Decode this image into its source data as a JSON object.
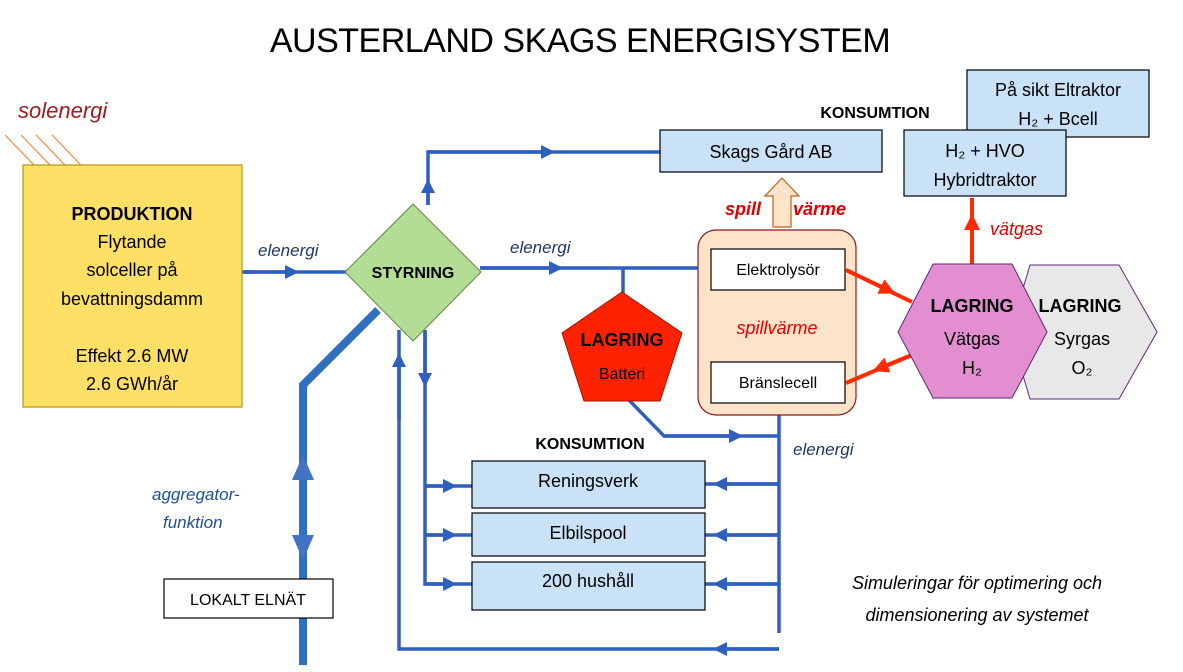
{
  "title": "AUSTERLAND SKAGS ENERGISYSTEM",
  "colors": {
    "flow_blue": "#2f5fbf",
    "flow_red": "#ff2a00",
    "production_fill": "#ffe066",
    "control_fill": "#b3dc95",
    "consumer_fill": "#c9e2f8",
    "battery_fill": "#ff2200",
    "hydrogen_fill": "#e28ed0",
    "oxygen_fill": "#e8e8e8",
    "conversion_fill": "#fde3c8"
  },
  "solar": {
    "label": "solenergi"
  },
  "production": {
    "heading": "PRODUKTION",
    "lines": [
      "Flytande",
      "solceller på",
      "bevattningsdamm",
      "",
      "Effekt 2.6 MW",
      "2.6 GWh/år"
    ]
  },
  "control": {
    "label": "STYRNING"
  },
  "flows": {
    "prod_to_control": "elenergi",
    "control_to_conversion": "elenergi",
    "return_bus": "elenergi",
    "waste_heat_left": "spill",
    "waste_heat_right": "värme",
    "hydrogen_out": "vätgas",
    "aggregator_line1": "aggregator-",
    "aggregator_line2": "funktion"
  },
  "consumption_top": {
    "heading": "KONSUMTION",
    "farm": "Skags Gård AB"
  },
  "tractors": {
    "hybrid_line1": "H₂ + HVO",
    "hybrid_line2": "Hybridtraktor",
    "future_line1": "På sikt Eltraktor",
    "future_line2": "H₂ + Bcell"
  },
  "conversion": {
    "electrolyser": "Elektrolysör",
    "waste_heat": "spillvärme",
    "fuel_cell": "Bränslecell"
  },
  "battery": {
    "heading": "LAGRING",
    "label": "Batteri"
  },
  "hydrogen_storage": {
    "heading": "LAGRING",
    "line1": "Vätgas",
    "line2": "H₂"
  },
  "oxygen_storage": {
    "heading": "LAGRING",
    "line1": "Syrgas",
    "line2": "O₂"
  },
  "consumption_bottom": {
    "heading": "KONSUMTION",
    "items": [
      "Reningsverk",
      "Elbilspool",
      "200 hushåll"
    ]
  },
  "grid": {
    "label": "LOKALT ELNÄT"
  },
  "note": {
    "line1": "Simuleringar för optimering  och",
    "line2": "dimensionering av systemet"
  }
}
